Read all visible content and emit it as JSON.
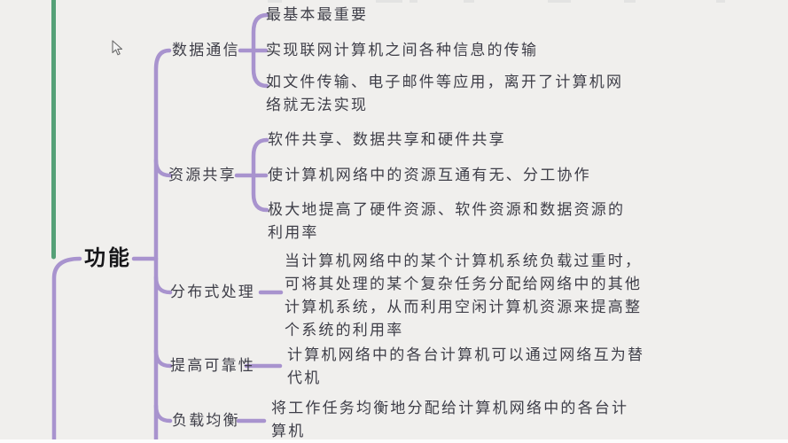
{
  "colors": {
    "background": "#f0efed",
    "trunk_green": "#55a077",
    "branch_purple": "#a893ce",
    "body_text": "#3e3e48",
    "root_text": "#17171a"
  },
  "map": {
    "root": {
      "label": "功能"
    },
    "branches": [
      {
        "label": "数据通信",
        "children": [
          {
            "text": "最基本最重要"
          },
          {
            "text": "实现联网计算机之间各种信息的传输"
          },
          {
            "text": "如文件传输、电子邮件等应用，离开了计算机网\n络就无法实现"
          }
        ]
      },
      {
        "label": "资源共享",
        "children": [
          {
            "text": "软件共享、数据共享和硬件共享"
          },
          {
            "text": "使计算机网络中的资源互通有无、分工协作"
          },
          {
            "text": "极大地提高了硬件资源、软件资源和数据资源的\n利用率"
          }
        ]
      },
      {
        "label": "分布式处理",
        "children": [
          {
            "text": "当计算机网络中的某个计算机系统负载过重时，\n可将其处理的某个复杂任务分配给网络中的其他\n计算机系统，从而利用空闲计算机资源来提高整\n个系统的利用率"
          }
        ]
      },
      {
        "label": "提高可靠性",
        "children": [
          {
            "text": "计算机网络中的各台计算机可以通过网络互为替\n代机"
          }
        ]
      },
      {
        "label": "负载均衡",
        "children": [
          {
            "text": "将工作任务均衡地分配给计算机网络中的各台计\n算机"
          }
        ]
      }
    ]
  }
}
